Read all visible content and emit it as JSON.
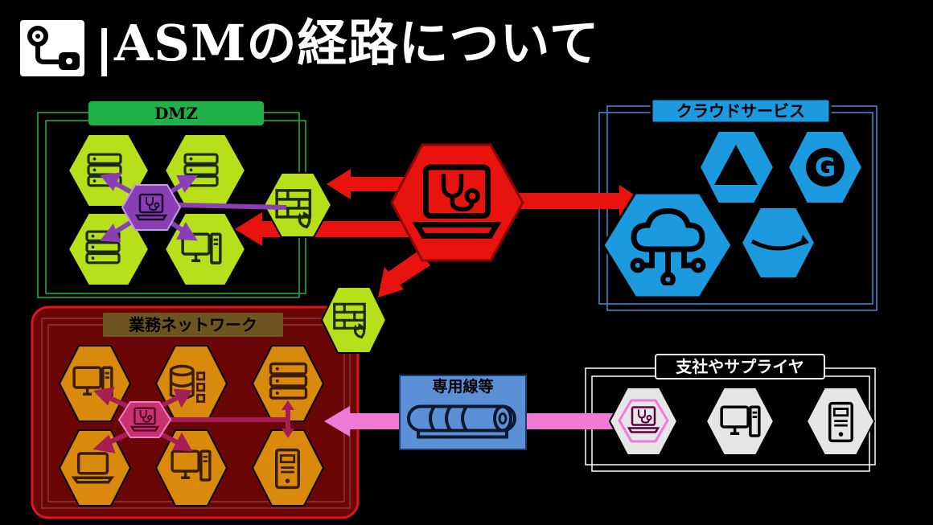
{
  "title": "ASMの経路について",
  "icons": {
    "title": "route-icon"
  },
  "zones": {
    "dmz": {
      "label": "DMZ",
      "color": "#1fb24a"
    },
    "cloud": {
      "label": "クラウドサービス",
      "color": "#4a8ad8"
    },
    "business": {
      "label": "業務ネットワーク",
      "color": "#e0141c"
    },
    "branch": {
      "label": "支社やサプライヤ",
      "color": "#ffffff"
    }
  },
  "connector": {
    "label": "専用線等"
  },
  "colors": {
    "attack": "#e8120e",
    "lime": "#b8e01a",
    "orange": "#d98a0c",
    "blue": "#1b9ae0",
    "purple": "#8a3fb6",
    "pink": "#f07ad6"
  }
}
